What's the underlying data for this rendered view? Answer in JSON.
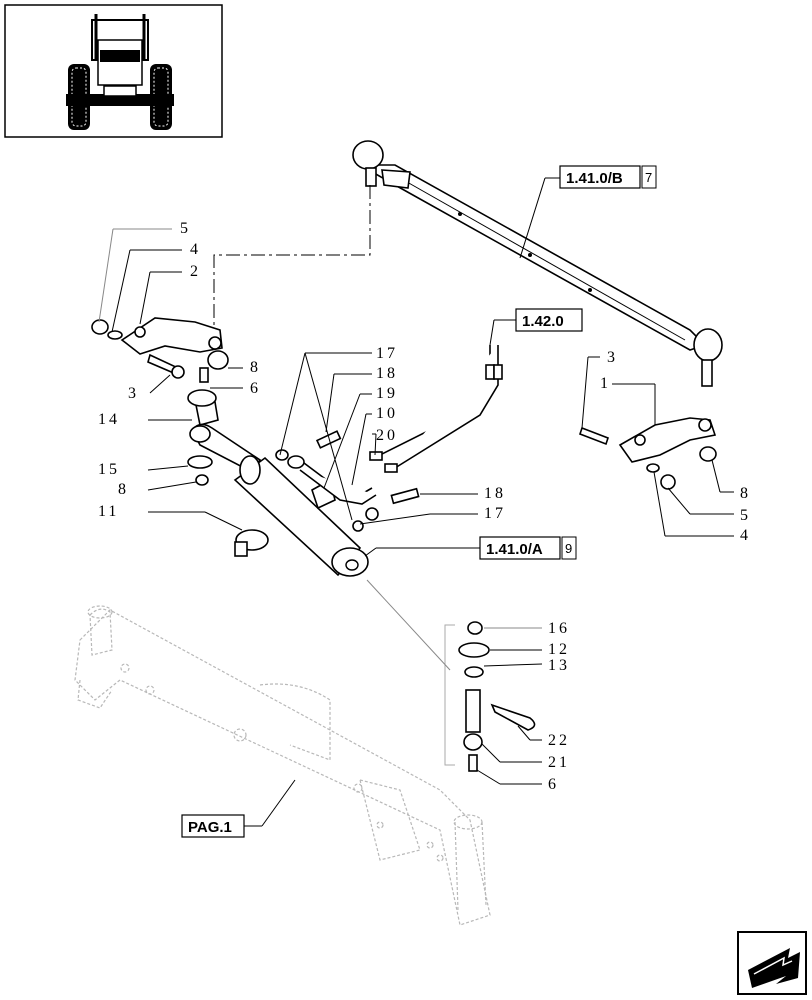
{
  "diagram": {
    "callouts": [
      {
        "label": "5"
      },
      {
        "label": "4"
      },
      {
        "label": "2"
      },
      {
        "label": "8"
      },
      {
        "label": "6"
      },
      {
        "label": "3"
      },
      {
        "label": "14"
      },
      {
        "label": "15"
      },
      {
        "label": "8"
      },
      {
        "label": "11"
      },
      {
        "label": "17"
      },
      {
        "label": "18"
      },
      {
        "label": "19"
      },
      {
        "label": "10"
      },
      {
        "label": "20"
      },
      {
        "label": "18"
      },
      {
        "label": "17"
      },
      {
        "label": "3"
      },
      {
        "label": "1"
      },
      {
        "label": "8"
      },
      {
        "label": "5"
      },
      {
        "label": "4"
      },
      {
        "label": "16"
      },
      {
        "label": "12"
      },
      {
        "label": "13"
      },
      {
        "label": "22"
      },
      {
        "label": "21"
      },
      {
        "label": "6"
      }
    ],
    "references": [
      {
        "text": "1.41.0/B",
        "num": "7"
      },
      {
        "text": "1.42.0",
        "num": ""
      },
      {
        "text": "1.41.0/A",
        "num": "9"
      },
      {
        "text": "PAG.1",
        "num": ""
      }
    ],
    "thumbnail_icon": "tractor-front-icon",
    "nav_icon": "next-page-arrow-icon"
  }
}
